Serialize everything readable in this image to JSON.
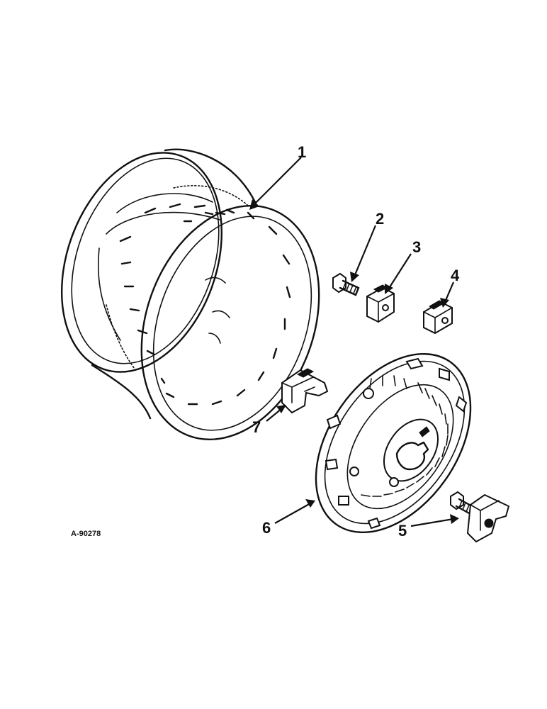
{
  "figure_id": "A-90278",
  "callouts": [
    {
      "number": "1"
    },
    {
      "number": "2"
    },
    {
      "number": "3"
    },
    {
      "number": "4"
    },
    {
      "number": "5"
    },
    {
      "number": "6"
    },
    {
      "number": "7"
    }
  ]
}
